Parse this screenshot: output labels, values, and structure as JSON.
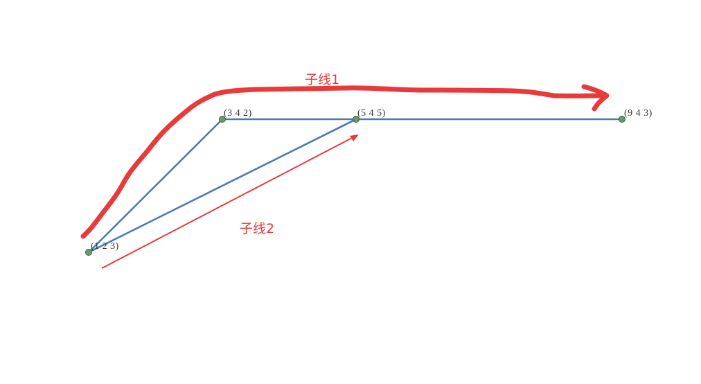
{
  "colors": {
    "polyline": "#4a7ab5",
    "point_fill": "#6a9a6a",
    "point_stroke": "#3f5f3f",
    "annotation": "#e83a3a",
    "label_text": "#333333"
  },
  "points": [
    {
      "id": "p1",
      "label": "(1  2  3)"
    },
    {
      "id": "p2",
      "label": "(3  4  2)"
    },
    {
      "id": "p3",
      "label": "(5  4  5)"
    },
    {
      "id": "p4",
      "label": "(9  4  3)"
    }
  ],
  "annotations": {
    "subline1_label": "子线1",
    "subline2_label": "子线2"
  }
}
